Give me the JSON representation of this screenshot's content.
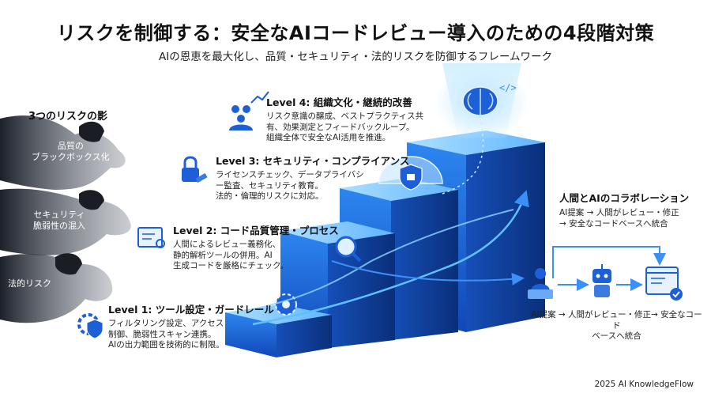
{
  "header": {
    "title": "リスクを制御する：安全なAIコードレビュー導入のための4段階対策",
    "subtitle": "AIの恩恵を最大化し、品質・セキュリティ・法的リスクを防御するフレームワーク"
  },
  "risks": {
    "heading": "3つのリスクの影",
    "items": [
      {
        "label_line1": "品質の",
        "label_line2": "ブラックボックス化"
      },
      {
        "label_line1": "セキュリティ",
        "label_line2": "脆弱性の混入"
      },
      {
        "label_line1": "法的リスク",
        "label_line2": ""
      }
    ]
  },
  "levels": [
    {
      "title": "Level 1: ツール設定・ガードレール",
      "desc": [
        "フィルタリング設定、アクセス",
        "制御、脆弱性スキャン連携。",
        "AIの出力範囲を技術的に制限。"
      ],
      "icon": "gear-shield-icon"
    },
    {
      "title": "Level 2: コード品質管理・プロセス",
      "desc": [
        "人間によるレビュー義務化、",
        "静的解析ツールの併用。AI",
        "生成コードを厳格にチェック。"
      ],
      "icon": "code-review-icon"
    },
    {
      "title": "Level 3: セキュリティ・コンプライアンス",
      "desc": [
        "ライセンスチェック、データプライバシ",
        "ー監査、セキュリティ教育。",
        "法的・倫理的リスクに対応。"
      ],
      "icon": "lock-gavel-icon"
    },
    {
      "title": "Level 4: 組織文化・継続的改善",
      "desc": [
        "リスク意識の醸成、ベストプラクティス共",
        "有、効果測定とフィードバックループ。",
        "組織全体で安全なAI活用を推進。"
      ],
      "icon": "team-growth-icon"
    }
  ],
  "collab": {
    "title": "人間とAIのコラボレーション",
    "desc": [
      "AI提案 → 人間がレビュー・修正",
      "→ 安全なコードベースへ統合"
    ],
    "caption": [
      "AI提案 → 人間がレビュー・修正→ 安全なコード",
      "ベースへ統合"
    ]
  },
  "footer": "2025 AI KnowledgeFlow",
  "colors": {
    "step_top": "#8fd0ff",
    "step_front": "#1f6fe0",
    "step_side": "#0d3f9e",
    "accent": "#2b8cff",
    "shadow": "#2a2f3a"
  }
}
